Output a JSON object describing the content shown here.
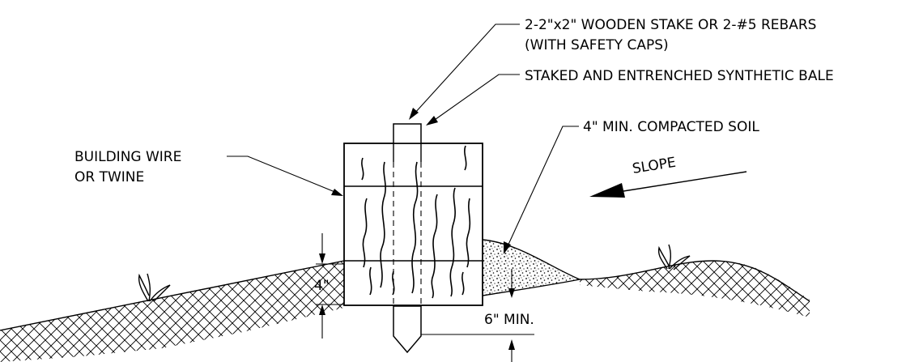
{
  "labels": {
    "stake_line1": "2-2\"x2\" WOODEN STAKE OR 2-#5 REBARS",
    "stake_line2": "(WITH SAFETY CAPS)",
    "bale": "STAKED AND ENTRENCHED SYNTHETIC BALE",
    "soil": "4\" MIN. COMPACTED SOIL",
    "wire_line1": "BUILDING WIRE",
    "wire_line2": "OR TWINE",
    "slope": "SLOPE",
    "dim_4in": "4\"",
    "dim_6in": "6\" MIN."
  },
  "icons": [
    "grass-tuft-icon",
    "slope-arrow-icon"
  ]
}
